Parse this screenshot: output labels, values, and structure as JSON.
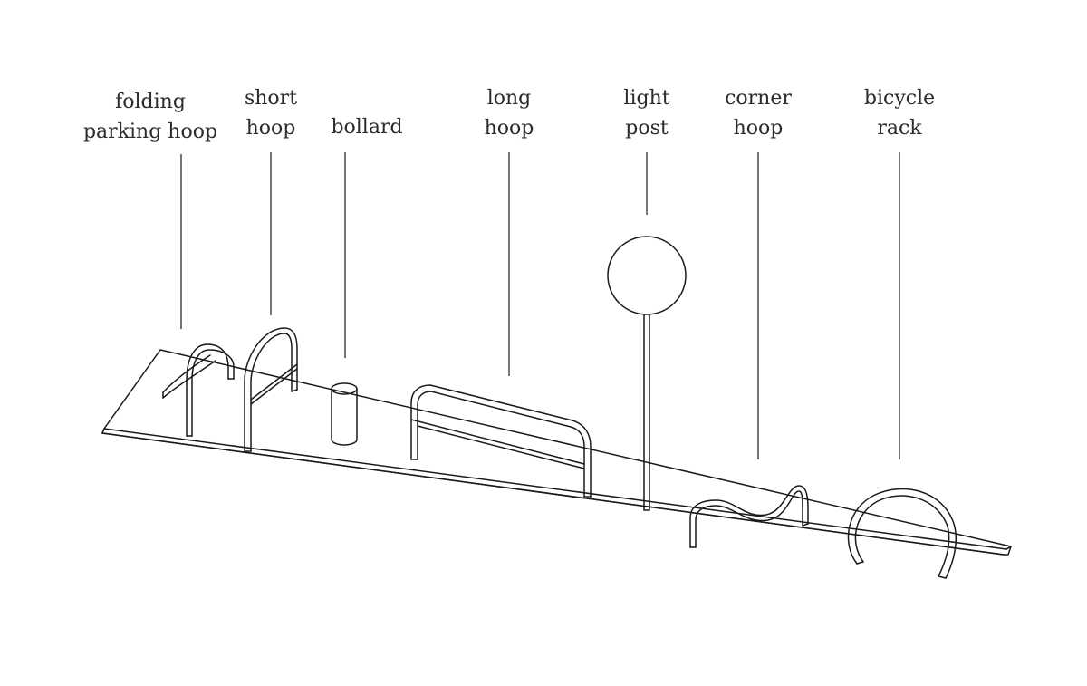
{
  "labels": [
    {
      "id": "folding-parking-hoop",
      "lines": [
        "folding",
        "parking hoop"
      ]
    },
    {
      "id": "short-hoop",
      "lines": [
        "short",
        "hoop"
      ]
    },
    {
      "id": "bollard",
      "lines": [
        "bollard"
      ]
    },
    {
      "id": "long-hoop",
      "lines": [
        "long",
        "hoop"
      ]
    },
    {
      "id": "light-post",
      "lines": [
        "light",
        "post"
      ]
    },
    {
      "id": "corner-hoop",
      "lines": [
        "corner",
        "hoop"
      ]
    },
    {
      "id": "bicycle-rack",
      "lines": [
        "bicycle",
        "rack"
      ]
    }
  ]
}
